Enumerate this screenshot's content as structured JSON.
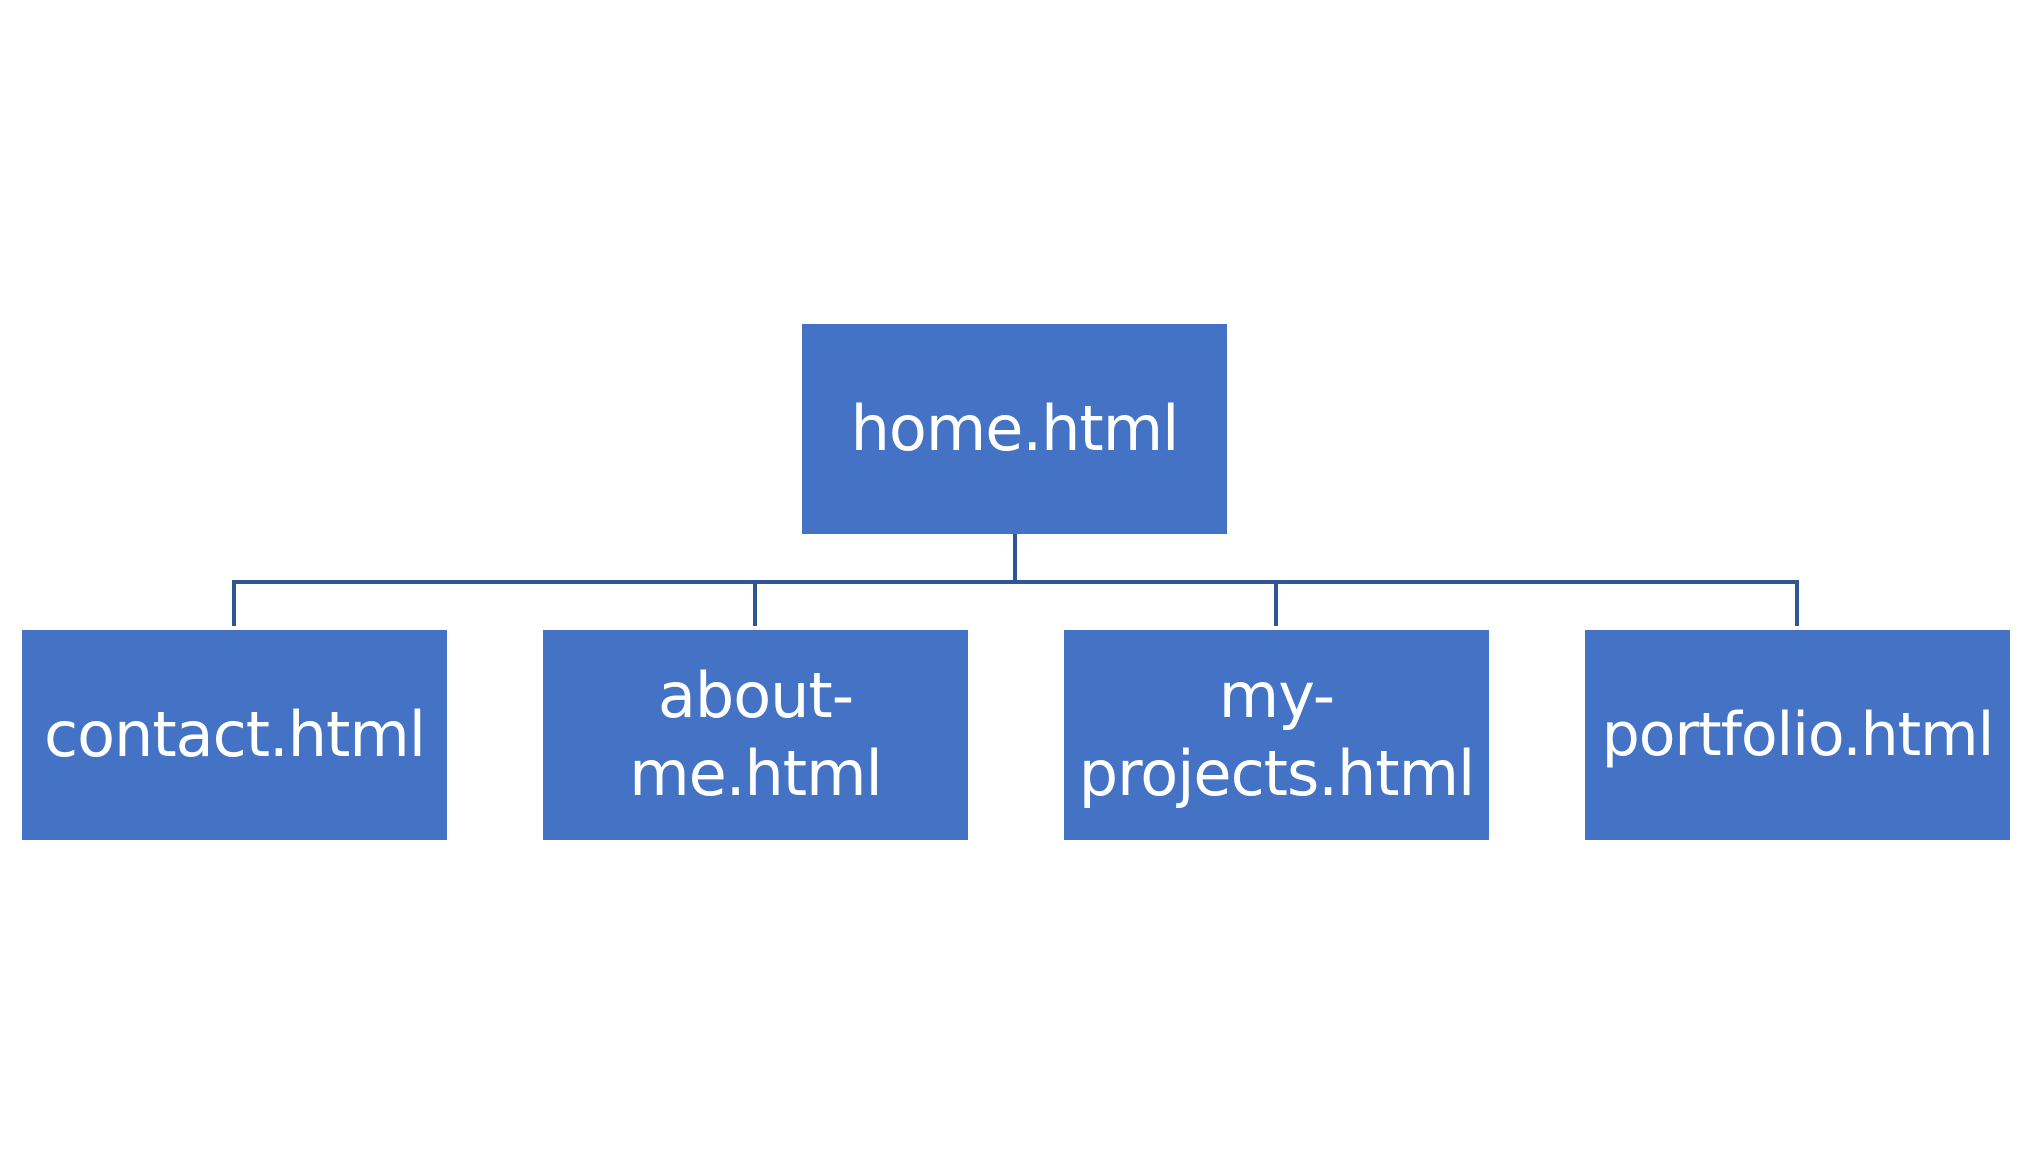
{
  "colors": {
    "background": "#FFFFFF",
    "node_fill": "#4472C4",
    "node_text": "#FFFFFF",
    "connector": "#2F5597"
  },
  "diagram": {
    "root": {
      "label": "home.html"
    },
    "children": [
      {
        "label": "contact.html"
      },
      {
        "label": "about-\nme.html"
      },
      {
        "label": "my-\nprojects.html"
      },
      {
        "label": "portfolio.html"
      }
    ]
  }
}
